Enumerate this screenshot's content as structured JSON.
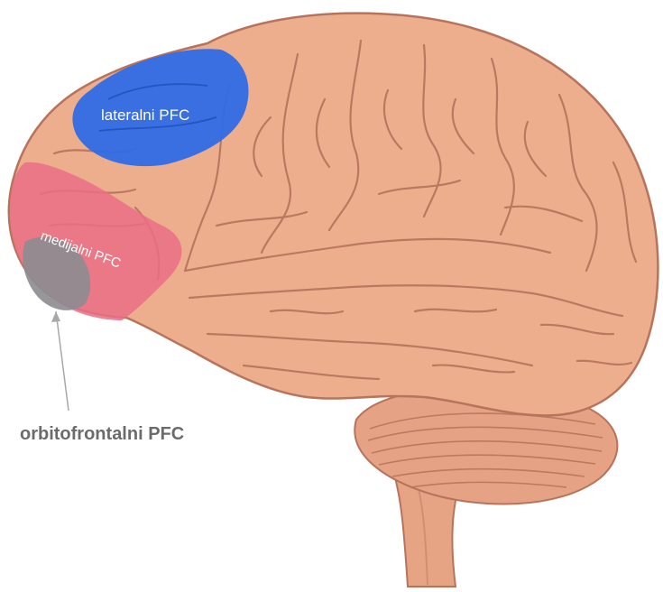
{
  "labels": {
    "lateral": "lateralni PFC",
    "medial": "medijalni PFC",
    "orbitofrontal": "orbitofrontalni PFC"
  },
  "colors": {
    "background": "#ffffff",
    "brain": "#EDAE8E",
    "brain_shadow": "#C9856A",
    "sulcus": "#B7735B",
    "highlight": "#F8CBB2",
    "lateral_region": "#2F6BE6",
    "medial_region": "#E96F86",
    "orbitofrontal_region": "#8C8C90",
    "callout_text": "#6B6B6B",
    "callout_line": "#A8A8A8"
  }
}
